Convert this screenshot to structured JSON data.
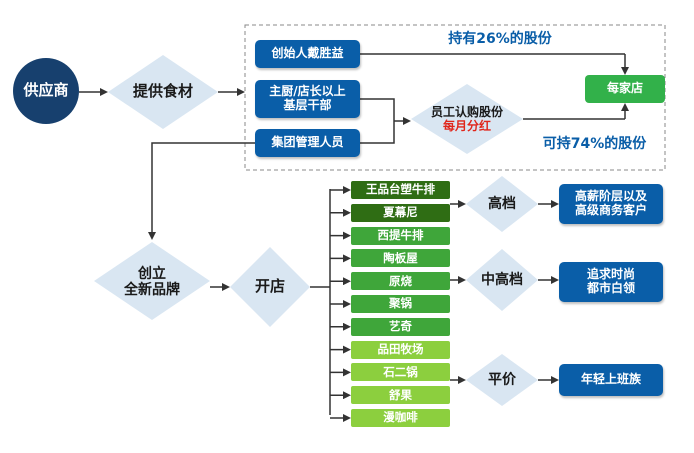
{
  "supplier": "供应商",
  "provide_food": "提供食材",
  "founder": "创始人戴胜益",
  "chef_line1": "主厨/店长以上",
  "chef_line2": "基层干部",
  "group_mgmt": "集团管理人员",
  "employee_share_line1": "员工认购股份",
  "employee_share_line2": "每月分红",
  "hold_26": "持有26%的股份",
  "hold_74": "可持74%的股份",
  "each_store": "每家店",
  "new_brand_line1": "创立",
  "new_brand_line2": "全新品牌",
  "open_store": "开店",
  "brands": [
    {
      "name": "王品台塑牛排",
      "tier": "dark"
    },
    {
      "name": "夏幕尼",
      "tier": "dark"
    },
    {
      "name": "西提牛排",
      "tier": "mid"
    },
    {
      "name": "陶板屋",
      "tier": "mid"
    },
    {
      "name": "原烧",
      "tier": "mid"
    },
    {
      "name": "聚锅",
      "tier": "mid"
    },
    {
      "name": "艺奇",
      "tier": "mid"
    },
    {
      "name": "品田牧场",
      "tier": "light"
    },
    {
      "name": "石二锅",
      "tier": "light"
    },
    {
      "name": "舒果",
      "tier": "light"
    },
    {
      "name": "漫咖啡",
      "tier": "light"
    }
  ],
  "tiers": [
    "高档",
    "中高档",
    "平价"
  ],
  "targets": [
    {
      "line1": "高薪阶层以及",
      "line2": "高级商务客户"
    },
    {
      "line1": "追求时尚",
      "line2": "都市白领"
    },
    {
      "line1": "年轻上班族",
      "line2": ""
    }
  ],
  "colors": {
    "blue": "#0a5ea8",
    "navy": "#17406e",
    "dark_green": "#2f6d14",
    "mid_green": "#3fa63a",
    "light_green": "#8ccf3e",
    "diamond": "#d9e6f2",
    "red": "#e0261b"
  }
}
